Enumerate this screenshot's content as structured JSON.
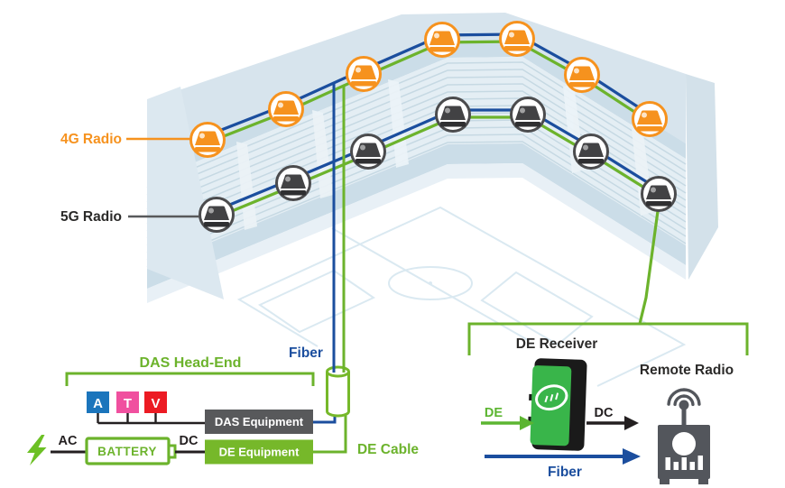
{
  "legend": {
    "radio_4g": {
      "label": "4G Radio",
      "color": "#F6921E",
      "count": 7
    },
    "radio_5g": {
      "label": "5G Radio",
      "color": "#4B4B4D",
      "count": 7
    }
  },
  "riser": {
    "fiber_label": "Fiber",
    "de_cable_label": "DE Cable"
  },
  "head_end": {
    "title": "DAS Head-End",
    "modules": [
      {
        "label": "A",
        "color": "#1B75BC"
      },
      {
        "label": "T",
        "color": "#F0509F"
      },
      {
        "label": "V",
        "color": "#EC1B23"
      }
    ],
    "das_equipment_label": "DAS Equipment",
    "de_equipment_label": "DE Equipment",
    "battery_label": "BATTERY",
    "ac_label": "AC",
    "dc_label": "DC"
  },
  "receiver": {
    "title": "DE Receiver",
    "de_label": "DE",
    "dc_label": "DC",
    "fiber_label": "Fiber",
    "remote_radio_label": "Remote Radio"
  },
  "colors": {
    "green": "#76B82A",
    "line_green": "#6CB32C",
    "blue": "#1B4E9E",
    "orange": "#F6921E",
    "dark_gray": "#58595B",
    "device_green": "#39B54A"
  }
}
